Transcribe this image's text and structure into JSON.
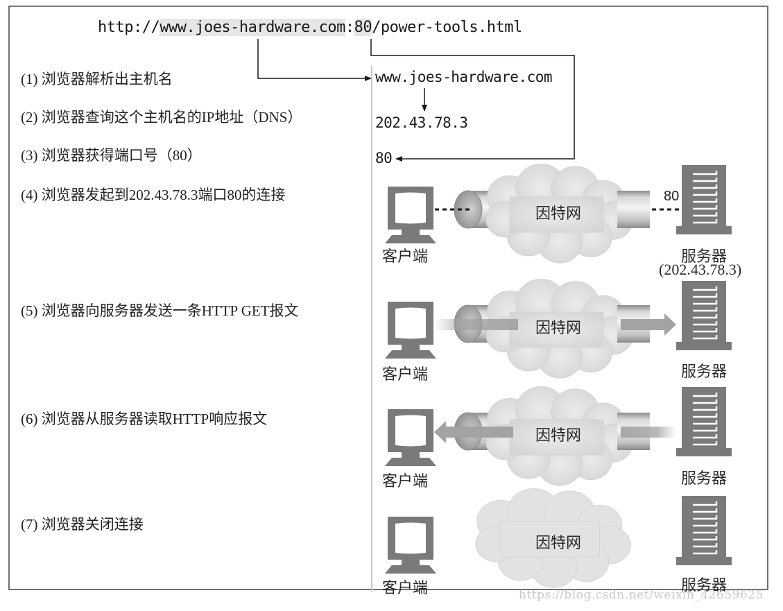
{
  "url": {
    "prefix": "http://",
    "host": "www.joes-hardware.com",
    "colon": ":",
    "port": "80",
    "path": "/power-tools.html"
  },
  "steps": [
    {
      "label": "(1) 浏览器解析出主机名"
    },
    {
      "label": "(2) 浏览器查询这个主机名的IP地址（DNS）"
    },
    {
      "label": "(3) 浏览器获得端口号（80）"
    },
    {
      "label": "(4) 浏览器发起到202.43.78.3端口80的连接"
    },
    {
      "label": "(5) 浏览器向服务器发送一条HTTP GET报文"
    },
    {
      "label": "(6) 浏览器从服务器读取HTTP响应报文"
    },
    {
      "label": "(7) 浏览器关闭连接"
    }
  ],
  "resolution": {
    "hostname": "www.joes-hardware.com",
    "ip": "202.43.78.3",
    "port": "80"
  },
  "scenes": [
    {
      "client_label": "客户端",
      "cloud_label": "因特网",
      "server_label": "服务器",
      "server_ip": "(202.43.78.3)",
      "server_port": "80",
      "flow": "connect"
    },
    {
      "client_label": "客户端",
      "cloud_label": "因特网",
      "server_label": "服务器",
      "flow": "request"
    },
    {
      "client_label": "客户端",
      "cloud_label": "因特网",
      "server_label": "服务器",
      "flow": "response"
    },
    {
      "client_label": "客户端",
      "cloud_label": "因特网",
      "server_label": "服务器",
      "flow": "closed"
    }
  ],
  "watermark": "https://blog.csdn.net/weixin_42659625",
  "colors": {
    "icon_gray": "#7a7a7a",
    "frame": "#6f6f6f",
    "url_highlight": "#e6e6e6",
    "cloud_fill": "#e4e4e4",
    "pipe_dark": "#9a9a9a",
    "arrow_gray": "#a0a0a0"
  }
}
